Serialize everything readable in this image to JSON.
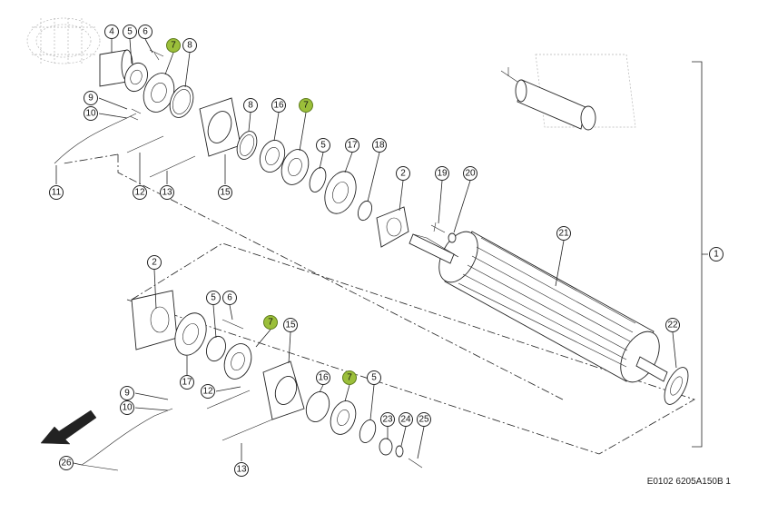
{
  "callouts": {
    "c1": "1",
    "c2a": "2",
    "c2b": "2",
    "c4": "4",
    "c5a": "5",
    "c5b": "5",
    "c5c": "5",
    "c5d": "5",
    "c6a": "6",
    "c6b": "6",
    "c7a": "7",
    "c7b": "7",
    "c7c": "7",
    "c7d": "7",
    "c8a": "8",
    "c8b": "8",
    "c9a": "9",
    "c9b": "9",
    "c10a": "10",
    "c10b": "10",
    "c11": "11",
    "c12a": "12",
    "c12b": "12",
    "c13a": "13",
    "c13b": "13",
    "c15a": "15",
    "c15b": "15",
    "c16a": "16",
    "c16b": "16",
    "c17a": "17",
    "c17b": "17",
    "c18": "18",
    "c19": "19",
    "c20": "20",
    "c21": "21",
    "c22": "22",
    "c23": "23",
    "c24": "24",
    "c25": "25",
    "c26": "26"
  },
  "highlight_color": "#9bbf3a",
  "document_reference": "E0102 6205A150B 1"
}
